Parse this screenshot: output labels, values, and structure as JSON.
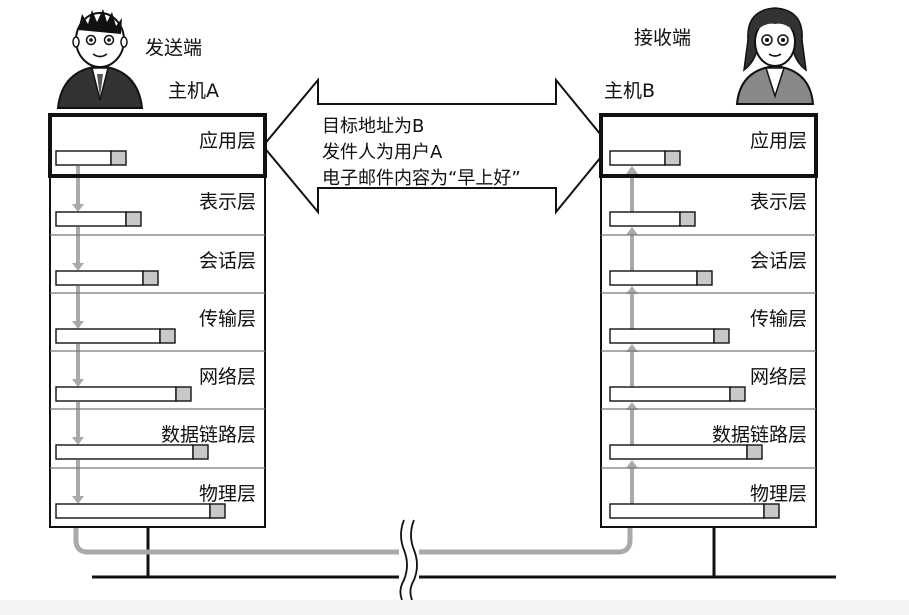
{
  "sender": {
    "role_label": "发送端",
    "host_label": "主机A",
    "figure": "man-avatar"
  },
  "receiver": {
    "role_label": "接收端",
    "host_label": "主机B",
    "figure": "woman-avatar"
  },
  "message": {
    "line1": "目标地址为B",
    "line2": "发件人为用户A",
    "line3": "电子邮件内容为“早上好”"
  },
  "layers": [
    {
      "name": "应用层"
    },
    {
      "name": "表示层"
    },
    {
      "name": "会话层"
    },
    {
      "name": "传输层"
    },
    {
      "name": "网络层"
    },
    {
      "name": "数据链路层"
    },
    {
      "name": "物理层"
    }
  ],
  "colors": {
    "frame": "#111111",
    "arrow_gray": "#a9a9a9",
    "header_fill": "#c8c8c8",
    "bus_line": "#111111"
  },
  "icons": {
    "flow_down": "down-arrow-icon",
    "flow_up": "up-arrow-icon",
    "network_break": "wavy-break-icon"
  }
}
